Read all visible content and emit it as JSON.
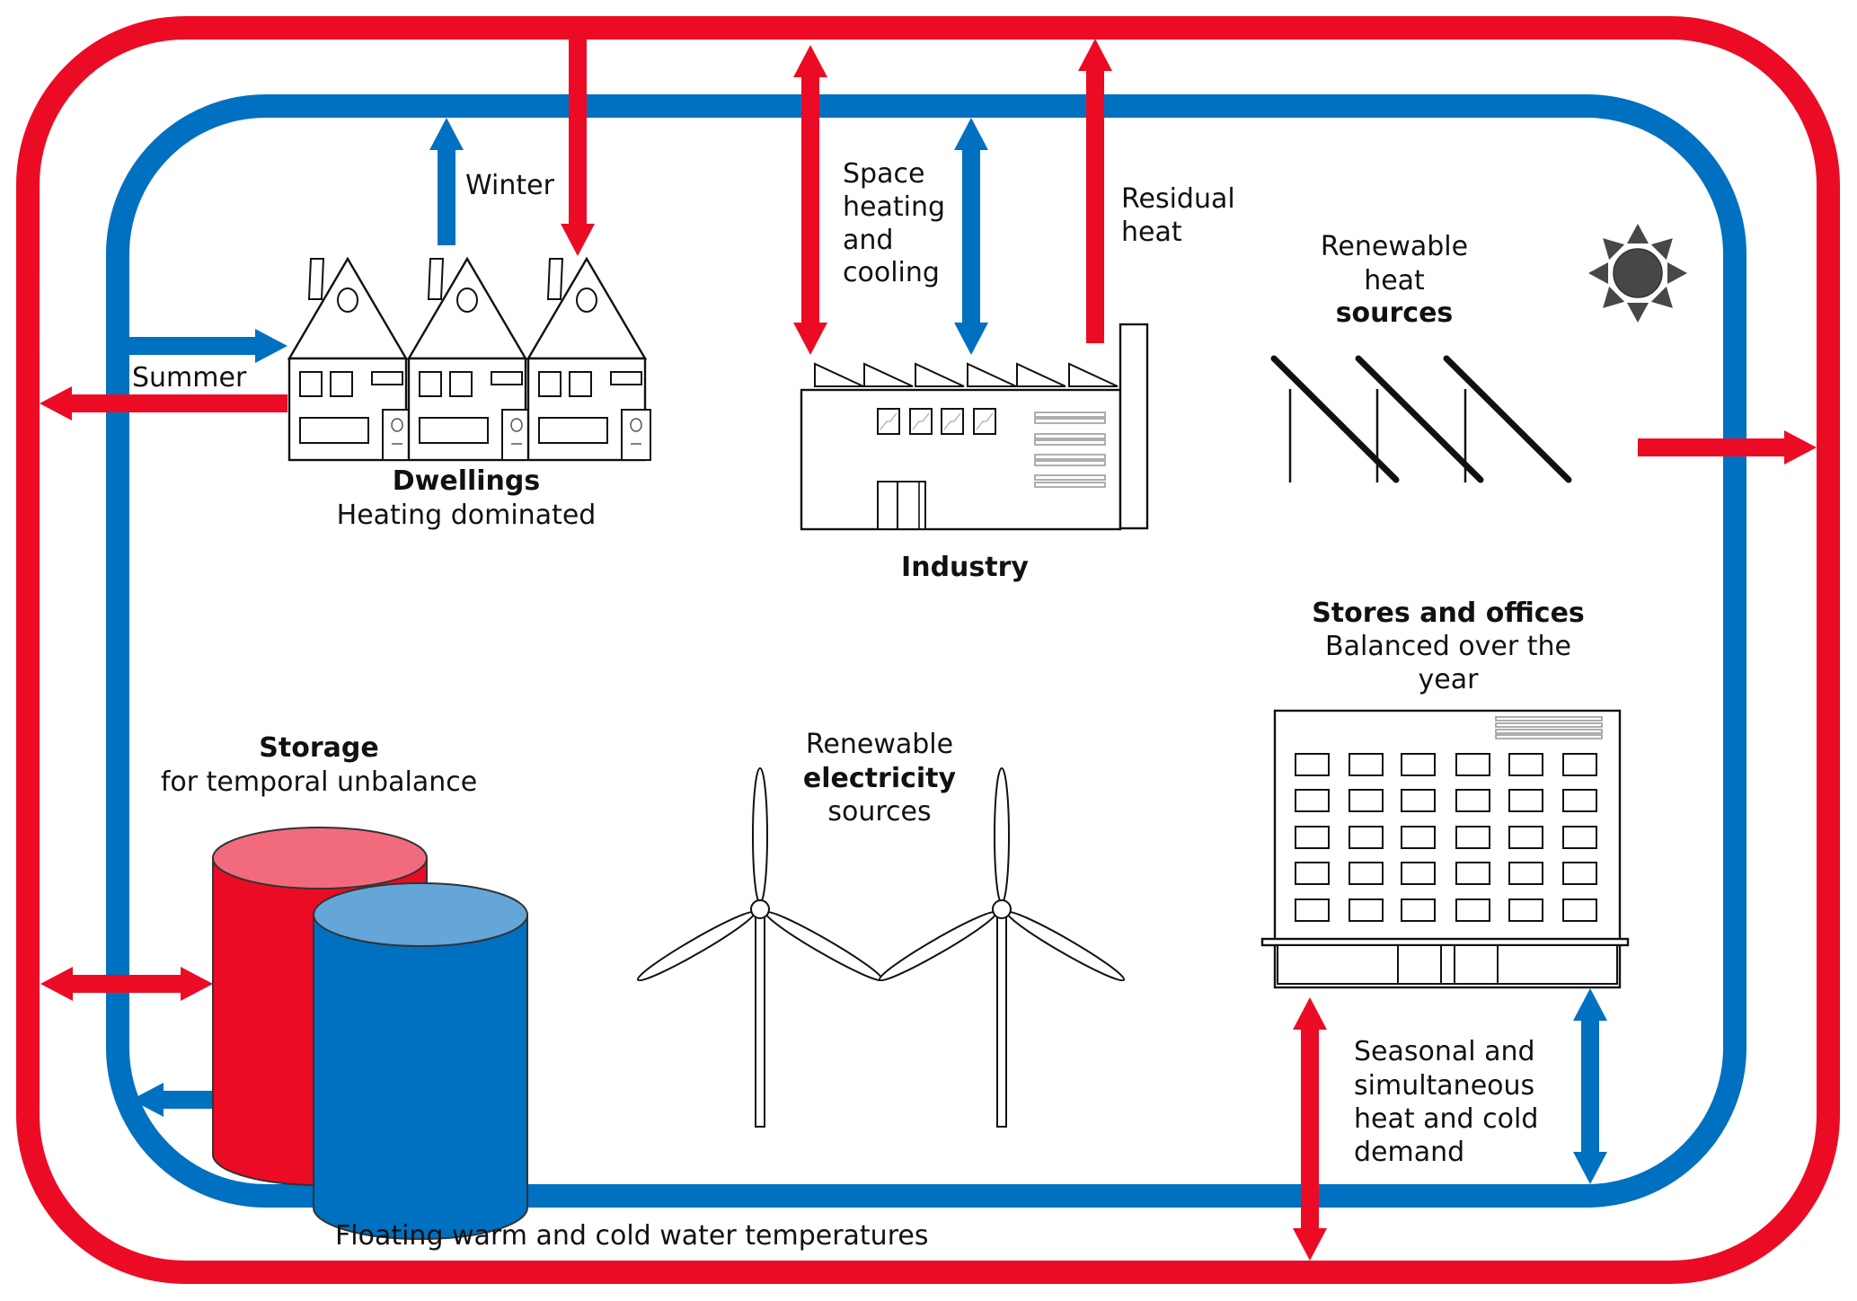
{
  "title": "Floating warm and cold water temperatures",
  "colors": {
    "warm_pipe": "#EC0B25",
    "cold_pipe": "#0070C0",
    "warm_tank_top": "#F26B7D",
    "cold_tank_top": "#64A6D8",
    "sun": "#474747",
    "line": "#111111"
  },
  "pipes": {
    "warm": {
      "name": "Warm water loop",
      "color_key": "warm_pipe"
    },
    "cold": {
      "name": "Cold water loop",
      "color_key": "cold_pipe"
    }
  },
  "dwellings": {
    "title": "Dwellings",
    "subtitle": "Heating dominated",
    "winter_label": "Winter",
    "summer_label": "Summer",
    "house_count": 3
  },
  "industry": {
    "title": "Industry",
    "exchange_label_lines": [
      "Space",
      "heating",
      "and",
      "cooling"
    ],
    "residual_label_lines": [
      "Residual",
      "heat"
    ]
  },
  "heat_sources": {
    "label_lines": [
      "Renewable",
      "heat"
    ],
    "label_bold": "sources",
    "panel_count": 3,
    "icon": "sun-icon"
  },
  "storage": {
    "title": "Storage",
    "subtitle": "for temporal unbalance",
    "tanks": [
      "warm",
      "cold"
    ]
  },
  "electricity": {
    "line1": "Renewable",
    "line2_bold": "electricity",
    "line3": "sources",
    "turbine_count": 2
  },
  "offices": {
    "title": "Stores and offices",
    "subtitle_lines": [
      "Balanced over the",
      "year"
    ],
    "demand_label_lines": [
      "Seasonal and",
      "simultaneous",
      "heat and cold",
      "demand"
    ],
    "window_rows": 5,
    "window_cols": 6
  }
}
